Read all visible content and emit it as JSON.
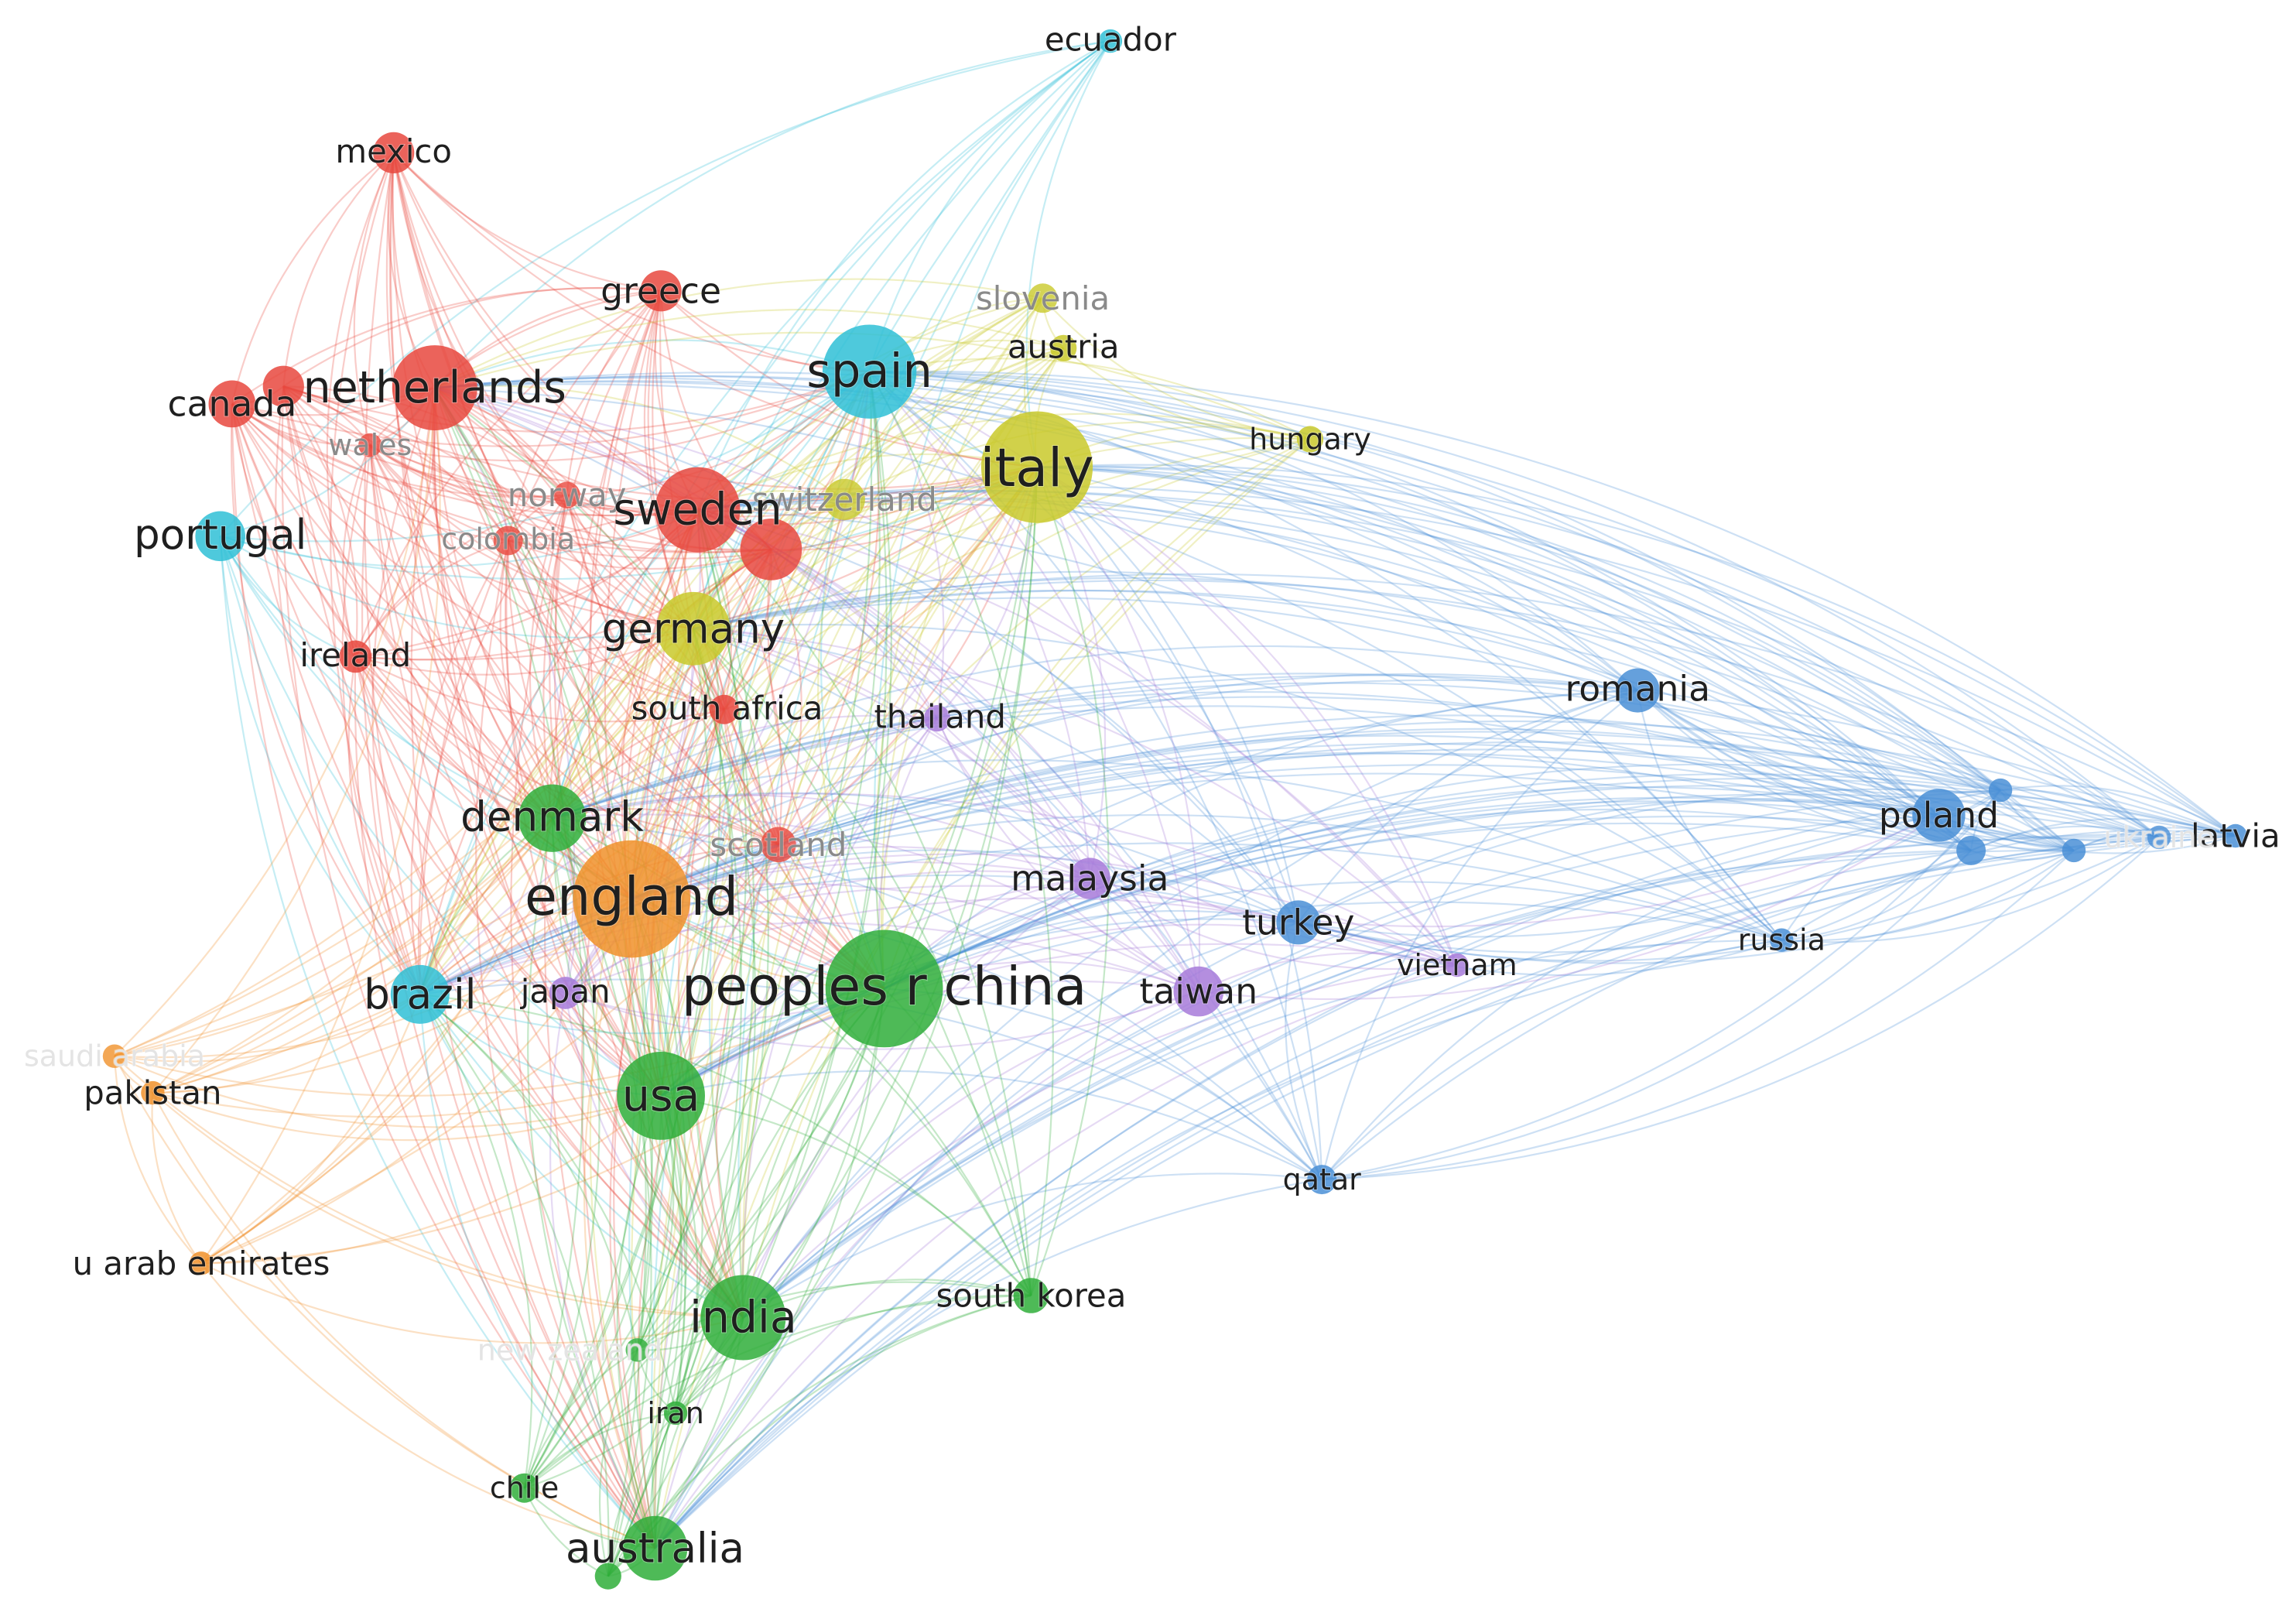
{
  "clusters": {
    "red": "#e8483e",
    "green": "#2fae3a",
    "blue": "#4a8fd6",
    "yellow": "#c9c92a",
    "purple": "#a77ad9",
    "cyan": "#2fbfd6",
    "orange": "#f0912a"
  },
  "nodes": [
    {
      "id": "ecuador",
      "label": "ecuador",
      "cluster": "cyan",
      "size": 1
    },
    {
      "id": "mexico",
      "label": "mexico",
      "cluster": "red",
      "size": 2
    },
    {
      "id": "greece",
      "label": "greece",
      "cluster": "red",
      "size": 2
    },
    {
      "id": "slovenia",
      "label": "slovenia",
      "cluster": "yellow",
      "size": 1,
      "faded": true
    },
    {
      "id": "austria",
      "label": "austria",
      "cluster": "yellow",
      "size": 1
    },
    {
      "id": "spain",
      "label": "spain",
      "cluster": "cyan",
      "size": 5
    },
    {
      "id": "canada",
      "label": "canada",
      "cluster": "red",
      "size": 2
    },
    {
      "id": "netherlands",
      "label": "netherlands",
      "cluster": "red",
      "size": 4
    },
    {
      "id": "wales",
      "label": "wales",
      "cluster": "red",
      "size": 1,
      "faded": true
    },
    {
      "id": "italy",
      "label": "italy",
      "cluster": "yellow",
      "size": 6
    },
    {
      "id": "hungary",
      "label": "hungary",
      "cluster": "yellow",
      "size": 1
    },
    {
      "id": "norway",
      "label": "norway",
      "cluster": "red",
      "size": 1,
      "faded": true
    },
    {
      "id": "switzerland",
      "label": "switzerland",
      "cluster": "yellow",
      "size": 1,
      "faded": true
    },
    {
      "id": "sweden",
      "label": "sweden",
      "cluster": "red",
      "size": 4
    },
    {
      "id": "portugal",
      "label": "portugal",
      "cluster": "cyan",
      "size": 2
    },
    {
      "id": "colombia",
      "label": "colombia",
      "cluster": "red",
      "size": 1,
      "faded": true
    },
    {
      "id": "germany",
      "label": "germany",
      "cluster": "yellow",
      "size": 4
    },
    {
      "id": "ireland",
      "label": "ireland",
      "cluster": "red",
      "size": 1
    },
    {
      "id": "south_africa",
      "label": "south africa",
      "cluster": "red",
      "size": 1
    },
    {
      "id": "thailand",
      "label": "thailand",
      "cluster": "purple",
      "size": 1
    },
    {
      "id": "romania",
      "label": "romania",
      "cluster": "blue",
      "size": 2
    },
    {
      "id": "poland",
      "label": "poland",
      "cluster": "blue",
      "size": 3
    },
    {
      "id": "latvia",
      "label": "latvia",
      "cluster": "blue",
      "size": 1
    },
    {
      "id": "denmark",
      "label": "denmark",
      "cluster": "green",
      "size": 4
    },
    {
      "id": "scotland",
      "label": "scotland",
      "cluster": "red",
      "size": 1,
      "faded": true
    },
    {
      "id": "england",
      "label": "england",
      "cluster": "orange",
      "size": 7
    },
    {
      "id": "malaysia",
      "label": "malaysia",
      "cluster": "purple",
      "size": 2
    },
    {
      "id": "turkey",
      "label": "turkey",
      "cluster": "blue",
      "size": 2
    },
    {
      "id": "russia",
      "label": "russia",
      "cluster": "blue",
      "size": 1
    },
    {
      "id": "vietnam",
      "label": "vietnam",
      "cluster": "purple",
      "size": 1
    },
    {
      "id": "brazil",
      "label": "brazil",
      "cluster": "cyan",
      "size": 3
    },
    {
      "id": "japan",
      "label": "japan",
      "cluster": "purple",
      "size": 1
    },
    {
      "id": "peoples_r_china",
      "label": "peoples r china",
      "cluster": "green",
      "size": 8
    },
    {
      "id": "taiwan",
      "label": "taiwan",
      "cluster": "purple",
      "size": 2
    },
    {
      "id": "saudi_arabia",
      "label": "saudi arabia",
      "cluster": "orange",
      "size": 1,
      "faded": true
    },
    {
      "id": "pakistan",
      "label": "pakistan",
      "cluster": "orange",
      "size": 1
    },
    {
      "id": "usa",
      "label": "usa",
      "cluster": "green",
      "size": 5
    },
    {
      "id": "qatar",
      "label": "qatar",
      "cluster": "blue",
      "size": 1
    },
    {
      "id": "u_arab_emirates",
      "label": "u arab emirates",
      "cluster": "orange",
      "size": 1
    },
    {
      "id": "south_korea",
      "label": "south korea",
      "cluster": "green",
      "size": 2
    },
    {
      "id": "india",
      "label": "india",
      "cluster": "green",
      "size": 4
    },
    {
      "id": "new_zealand",
      "label": "new zealand",
      "cluster": "green",
      "size": 1,
      "faded": true
    },
    {
      "id": "iran",
      "label": "iran",
      "cluster": "green",
      "size": 1
    },
    {
      "id": "chile",
      "label": "chile",
      "cluster": "green",
      "size": 1
    },
    {
      "id": "australia",
      "label": "australia",
      "cluster": "green",
      "size": 4
    },
    {
      "id": "ukraine",
      "label": "ukraine",
      "cluster": "blue",
      "size": 1,
      "faded": true
    },
    {
      "id": "lithuania",
      "label": "",
      "cluster": "blue",
      "size": 1
    },
    {
      "id": "estonia",
      "label": "",
      "cluster": "blue",
      "size": 1
    },
    {
      "id": "czech",
      "label": "",
      "cluster": "blue",
      "size": 1
    },
    {
      "id": "belgium",
      "label": "",
      "cluster": "red",
      "size": 2
    },
    {
      "id": "finland",
      "label": "",
      "cluster": "red",
      "size": 3
    },
    {
      "id": "nigeria",
      "label": "",
      "cluster": "green",
      "size": 1
    }
  ]
}
